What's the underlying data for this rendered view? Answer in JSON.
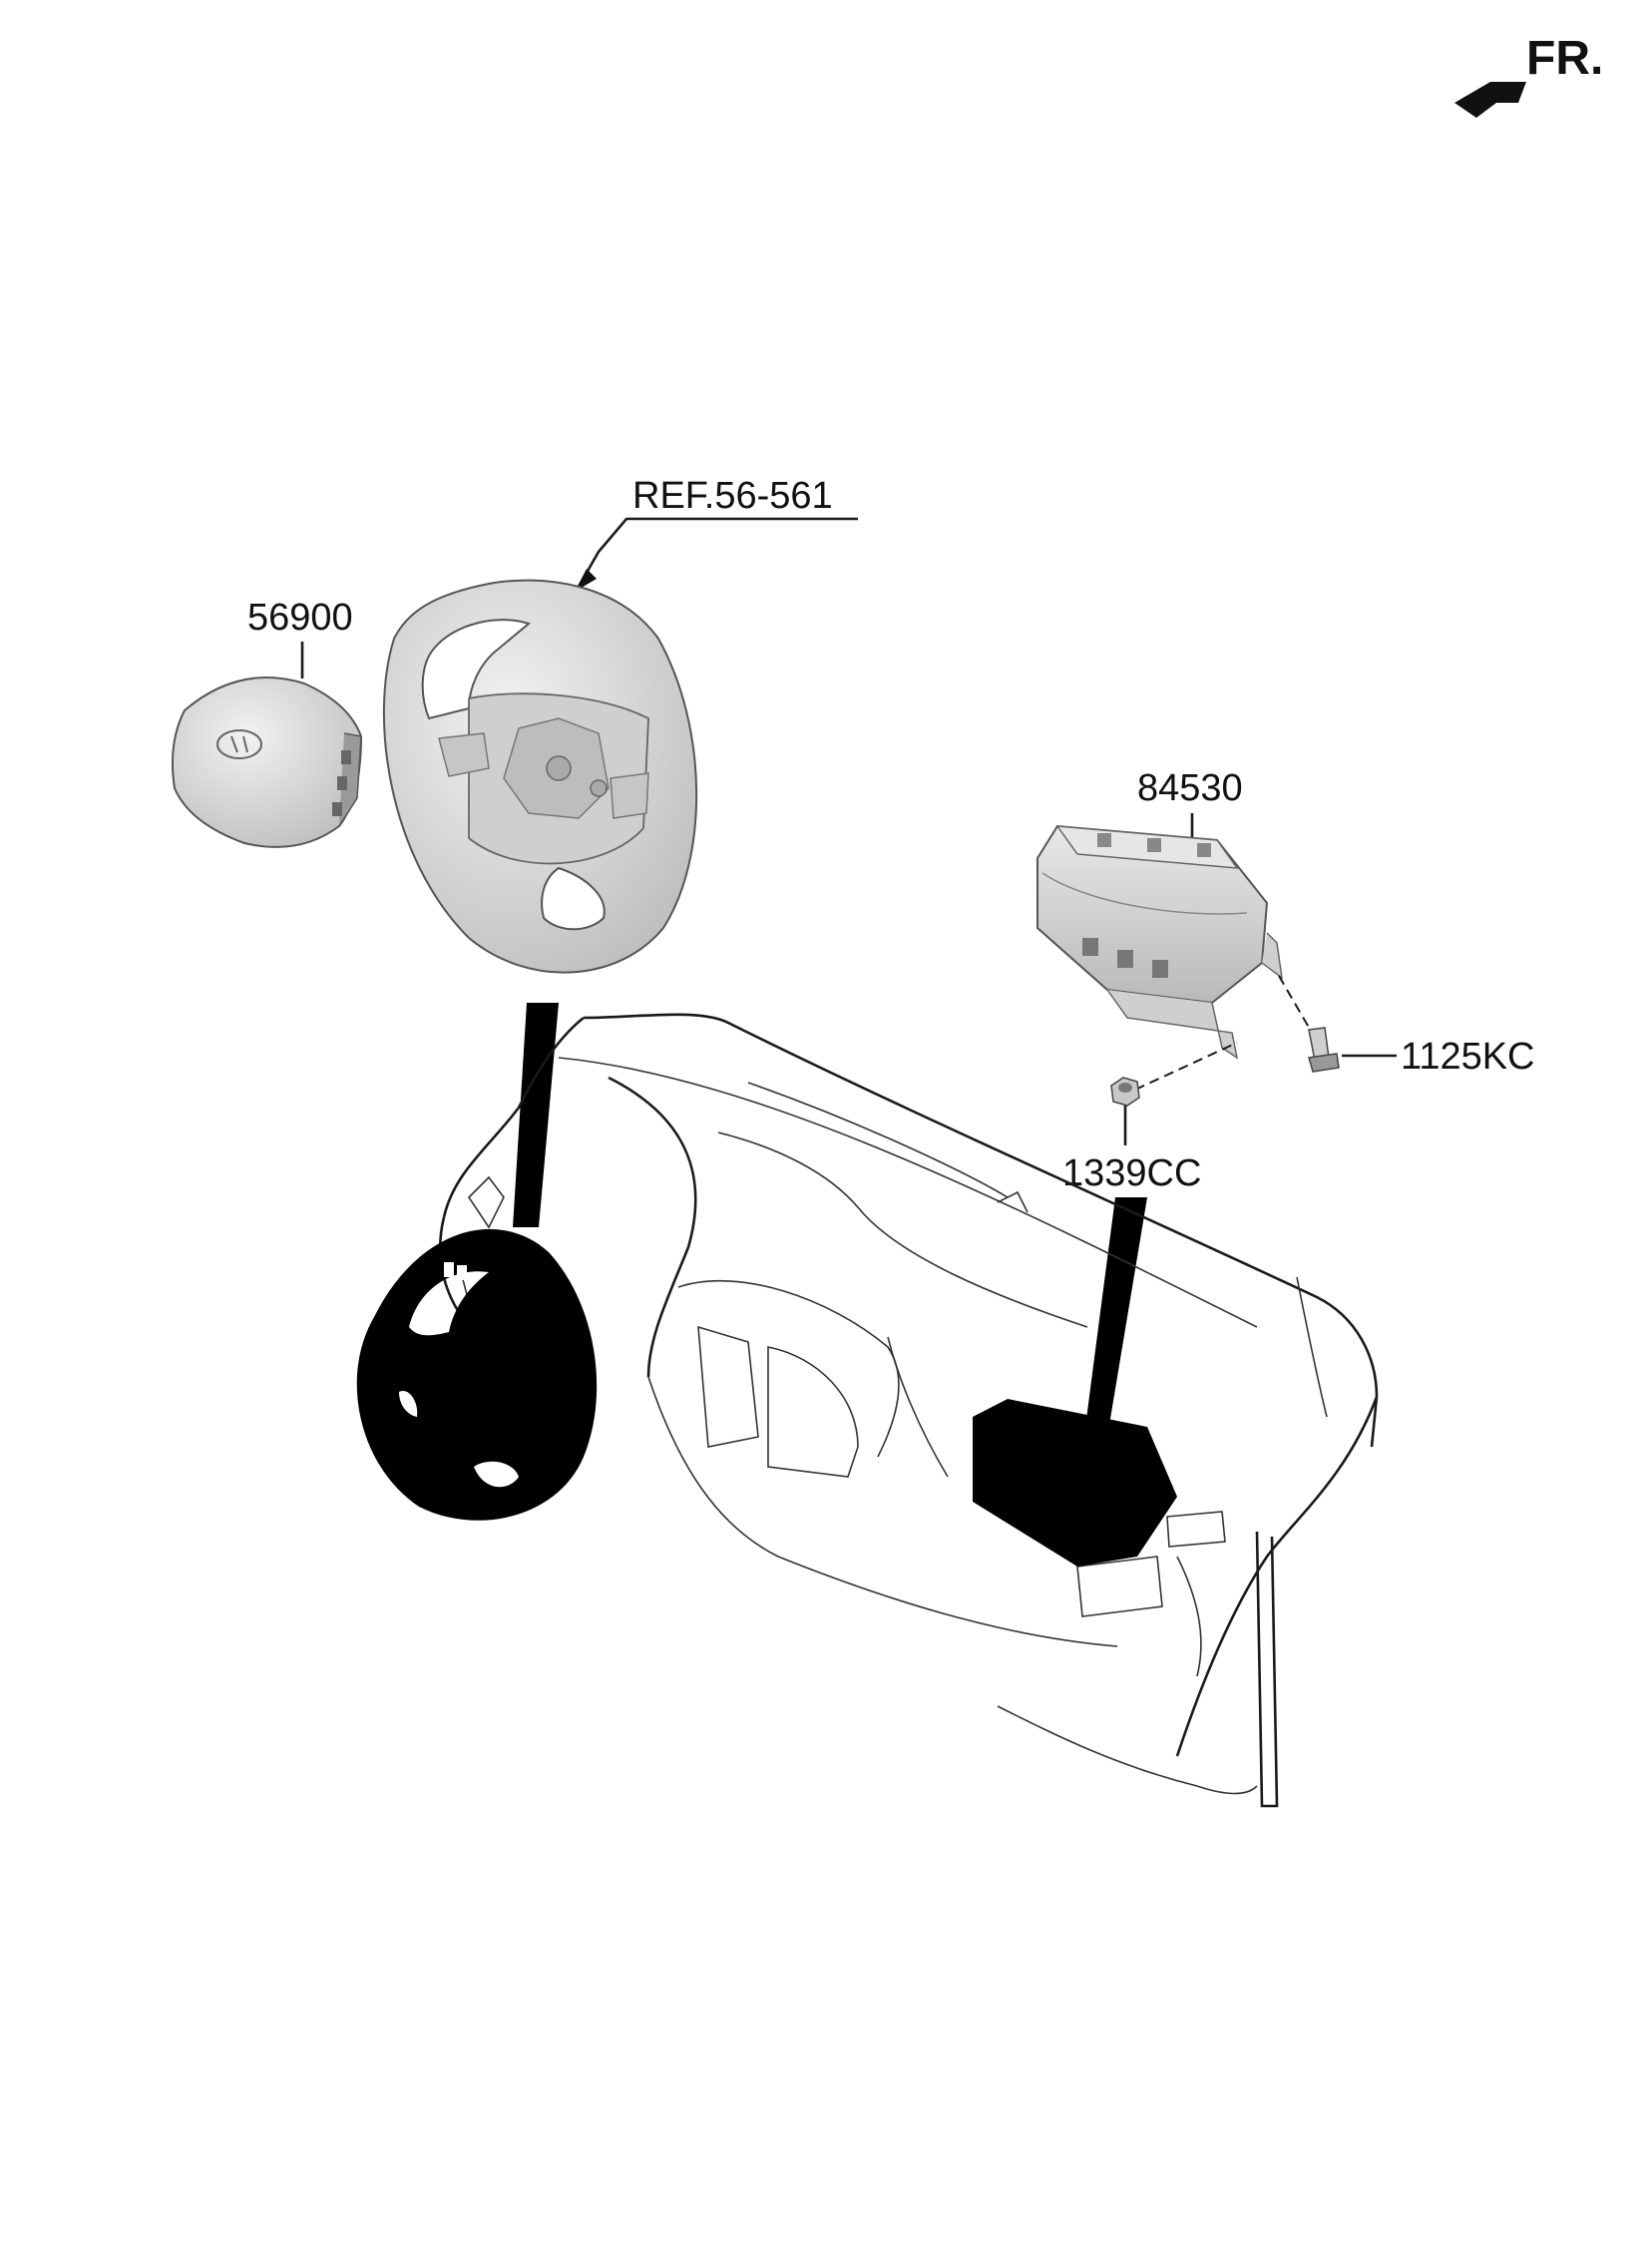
{
  "orientation": {
    "label": "FR."
  },
  "parts": {
    "steering_wheel_ref": "REF.56-561",
    "driver_airbag": "56900",
    "passenger_airbag": "84530",
    "bolt": "1125KC",
    "nut": "1339CC"
  },
  "colors": {
    "line": "#1a1a1a",
    "part_fill": "#d8d8d8",
    "highlight": "#000000"
  }
}
